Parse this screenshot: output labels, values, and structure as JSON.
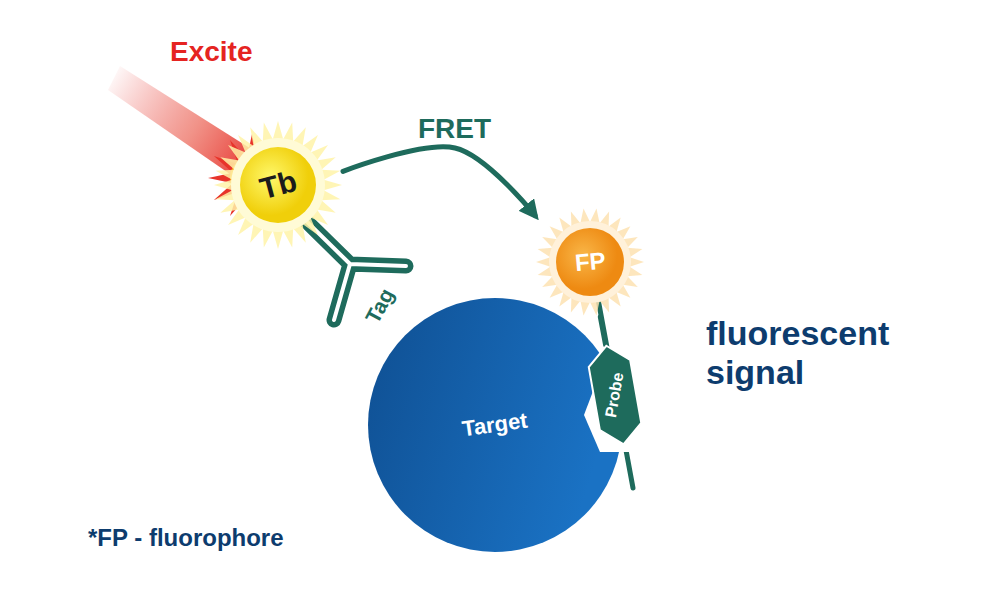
{
  "diagram": {
    "nodes": [
      {
        "text": [
          "Tb"
        ]
      },
      {
        "text": [
          "FP"
        ]
      },
      {
        "text": [
          "Target"
        ]
      },
      {
        "text": [
          "Probe"
        ]
      }
    ],
    "edges": [
      {
        "from": 0,
        "to": 1,
        "arrow": "to",
        "label": "FRET"
      },
      {
        "from": 1,
        "to": 3,
        "arrow": "none"
      }
    ],
    "labels": [
      "Excite",
      "Tag",
      "fluorescent signal",
      "*FP - fluorophore"
    ]
  }
}
